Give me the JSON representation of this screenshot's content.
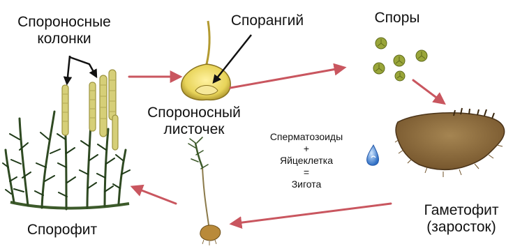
{
  "labels": {
    "sporonosnye_kolonki": [
      "Спороносные",
      "колонки"
    ],
    "sporangiy": "Спорангий",
    "spory": "Споры",
    "sporonosny_listochek": [
      "Спороносный",
      "листочек"
    ],
    "gametofit": [
      "Гаметофит",
      "(заросток)"
    ],
    "sporofit": "Спорофит",
    "fertilization": [
      "Сперматозоиды",
      "+",
      "Яйцеклетка",
      "=",
      "Зигота"
    ]
  },
  "colors": {
    "arrow": "#c9565f",
    "pointer": "#111111",
    "plant_green": "#2f4a22",
    "strobilus": "#d6cf78",
    "sporangium": "#e8d45a",
    "spore": "#9aa63a",
    "gametophyte": "#8a6a3c",
    "sperm_drop": "#3a7bd5"
  },
  "icons": {
    "sperm_cell": "water-drop-icon"
  }
}
